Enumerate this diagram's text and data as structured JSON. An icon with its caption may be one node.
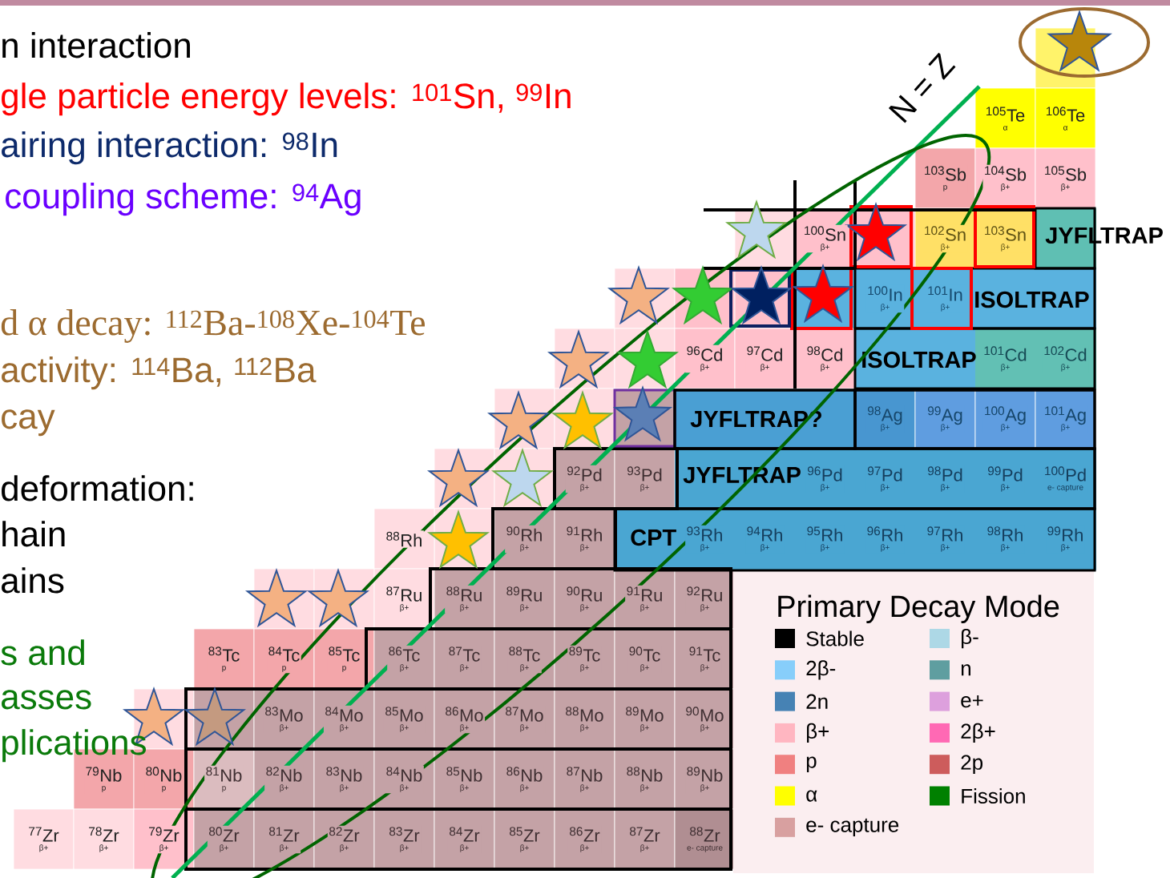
{
  "diagram": {
    "nodes": [
      {
        "text": [
          "JYFLTRAP"
        ]
      },
      {
        "text": [
          "ISOLTRAP"
        ]
      },
      {
        "text": [
          "ISOLTRAP"
        ]
      },
      {
        "text": [
          "JYFLTRAP?"
        ]
      },
      {
        "text": [
          "JYFLTRAP"
        ]
      },
      {
        "text": [
          "CPT"
        ]
      },
      {
        "text": [
          "$^{105}$Te",
          "α"
        ]
      },
      {
        "text": [
          "$^{106}$Te",
          "α"
        ]
      },
      {
        "text": [
          "$^{103}$Sb",
          "p"
        ]
      },
      {
        "text": [
          "$^{104}$Sb",
          "β+"
        ]
      },
      {
        "text": [
          "$^{105}$Sb",
          "β+"
        ]
      },
      {
        "text": [
          "$^{100}$Sn",
          "β+"
        ]
      },
      {
        "text": [
          "$^{102}$Sn",
          "β+"
        ]
      },
      {
        "text": [
          "$^{103}$Sn",
          "β+"
        ]
      },
      {
        "text": [
          "$^{100}$In",
          "β+"
        ],
        "in": 1
      },
      {
        "text": [
          "$^{101}$In",
          "β+"
        ],
        "in": 1
      },
      {
        "text": [
          "$^{96}$Cd",
          "β+"
        ]
      },
      {
        "text": [
          "$^{97}$Cd",
          "β+"
        ]
      },
      {
        "text": [
          "$^{98}$Cd",
          "β+"
        ]
      },
      {
        "text": [
          "$^{101}$Cd",
          "β+"
        ],
        "in": 2
      },
      {
        "text": [
          "$^{102}$Cd",
          "β+"
        ],
        "in": 2
      },
      {
        "text": [
          "$^{98}$Ag",
          "β+"
        ]
      },
      {
        "text": [
          "$^{99}$Ag",
          "β+"
        ]
      },
      {
        "text": [
          "$^{100}$Ag",
          "β+"
        ]
      },
      {
        "text": [
          "$^{101}$Ag",
          "β+"
        ]
      },
      {
        "text": [
          "$^{92}$Pd",
          "β+"
        ]
      },
      {
        "text": [
          "$^{93}$Pd",
          "β+"
        ]
      },
      {
        "text": [
          "$^{96}$Pd",
          "β+"
        ],
        "in": 4
      },
      {
        "text": [
          "$^{97}$Pd",
          "β+"
        ],
        "in": 4
      },
      {
        "text": [
          "$^{98}$Pd",
          "β+"
        ],
        "in": 4
      },
      {
        "text": [
          "$^{99}$Pd",
          "β+"
        ],
        "in": 4
      },
      {
        "text": [
          "$^{100}$Pd",
          "e- capture"
        ],
        "in": 4
      },
      {
        "text": [
          "$^{88}$Rh"
        ]
      },
      {
        "text": [
          "$^{90}$Rh",
          "β+"
        ]
      },
      {
        "text": [
          "$^{91}$Rh",
          "β+"
        ]
      },
      {
        "text": [
          "$^{93}$Rh",
          "β+"
        ],
        "in": 5
      },
      {
        "text": [
          "$^{94}$Rh",
          "β+"
        ],
        "in": 5
      },
      {
        "text": [
          "$^{95}$Rh",
          "β+"
        ],
        "in": 5
      },
      {
        "text": [
          "$^{96}$Rh",
          "β+"
        ],
        "in": 5
      },
      {
        "text": [
          "$^{97}$Rh",
          "β+"
        ],
        "in": 5
      },
      {
        "text": [
          "$^{98}$Rh",
          "β+"
        ],
        "in": 5
      },
      {
        "text": [
          "$^{99}$Rh",
          "β+"
        ],
        "in": 5
      },
      {
        "text": [
          "$^{87}$Ru",
          "β+"
        ]
      },
      {
        "text": [
          "$^{88}$Ru",
          "β+"
        ]
      },
      {
        "text": [
          "$^{89}$Ru",
          "β+"
        ]
      },
      {
        "text": [
          "$^{90}$Ru",
          "β+"
        ]
      },
      {
        "text": [
          "$^{91}$Ru",
          "β+"
        ]
      },
      {
        "text": [
          "$^{92}$Ru",
          "β+"
        ]
      },
      {
        "text": [
          "$^{83}$Tc",
          "p"
        ]
      },
      {
        "text": [
          "$^{84}$Tc",
          "p"
        ]
      },
      {
        "text": [
          "$^{85}$Tc",
          "p"
        ]
      },
      {
        "text": [
          "$^{86}$Tc",
          "β+"
        ]
      },
      {
        "text": [
          "$^{87}$Tc",
          "β+"
        ]
      },
      {
        "text": [
          "$^{88}$Tc",
          "β+"
        ]
      },
      {
        "text": [
          "$^{89}$Tc",
          "β+"
        ]
      },
      {
        "text": [
          "$^{90}$Tc",
          "β+"
        ]
      },
      {
        "text": [
          "$^{91}$Tc",
          "β+"
        ]
      },
      {
        "text": [
          "$^{83}$Mo",
          "β+"
        ]
      },
      {
        "text": [
          "$^{84}$Mo",
          "β+"
        ]
      },
      {
        "text": [
          "$^{85}$Mo",
          "β+"
        ]
      },
      {
        "text": [
          "$^{86}$Mo",
          "β+"
        ]
      },
      {
        "text": [
          "$^{87}$Mo",
          "β+"
        ]
      },
      {
        "text": [
          "$^{88}$Mo",
          "β+"
        ]
      },
      {
        "text": [
          "$^{89}$Mo",
          "β+"
        ]
      },
      {
        "text": [
          "$^{90}$Mo",
          "β+"
        ]
      },
      {
        "text": [
          "$^{79}$Nb",
          "p"
        ]
      },
      {
        "text": [
          "$^{80}$Nb",
          "p"
        ]
      },
      {
        "text": [
          "$^{81}$Nb",
          "p"
        ]
      },
      {
        "text": [
          "$^{82}$Nb",
          "β+"
        ]
      },
      {
        "text": [
          "$^{83}$Nb",
          "β+"
        ]
      },
      {
        "text": [
          "$^{84}$Nb",
          "β+"
        ]
      },
      {
        "text": [
          "$^{85}$Nb",
          "β+"
        ]
      },
      {
        "text": [
          "$^{86}$Nb",
          "β+"
        ]
      },
      {
        "text": [
          "$^{87}$Nb",
          "β+"
        ]
      },
      {
        "text": [
          "$^{88}$Nb",
          "β+"
        ]
      },
      {
        "text": [
          "$^{89}$Nb",
          "β+"
        ]
      },
      {
        "text": [
          "$^{77}$Zr",
          "β+"
        ]
      },
      {
        "text": [
          "$^{78}$Zr",
          "β+"
        ]
      },
      {
        "text": [
          "$^{79}$Zr",
          "β+"
        ]
      },
      {
        "text": [
          "$^{80}$Zr",
          "β+"
        ]
      },
      {
        "text": [
          "$^{81}$Zr",
          "β+"
        ]
      },
      {
        "text": [
          "$^{82}$Zr",
          "β+"
        ]
      },
      {
        "text": [
          "$^{83}$Zr",
          "β+"
        ]
      },
      {
        "text": [
          "$^{84}$Zr",
          "β+"
        ]
      },
      {
        "text": [
          "$^{85}$Zr",
          "β+"
        ]
      },
      {
        "text": [
          "$^{86}$Zr",
          "β+"
        ]
      },
      {
        "text": [
          "$^{87}$Zr",
          "β+"
        ]
      },
      {
        "text": [
          "$^{88}$Zr",
          "e- capture"
        ]
      },
      {
        "text": [],
        "shape": "star"
      },
      {
        "text": [],
        "shape": "star"
      },
      {
        "text": [],
        "shape": "star"
      },
      {
        "text": [],
        "shape": "star"
      },
      {
        "text": [],
        "shape": "star"
      },
      {
        "text": [],
        "shape": "star"
      },
      {
        "text": [],
        "shape": "star"
      },
      {
        "text": [],
        "shape": "star"
      },
      {
        "text": [],
        "shape": "star"
      },
      {
        "text": [],
        "shape": "star"
      },
      {
        "text": [],
        "shape": "star"
      },
      {
        "text": [],
        "shape": "star"
      },
      {
        "text": [],
        "shape": "star"
      },
      {
        "text": [],
        "shape": "star"
      },
      {
        "text": [],
        "shape": "star"
      },
      {
        "text": [],
        "shape": "star"
      },
      {
        "text": [],
        "shape": "star"
      },
      {
        "text": [],
        "shape": "star"
      },
      {
        "text": [],
        "shape": "star"
      }
    ],
    "labels": [
      "n interaction",
      "gle particle energy levels: $^{101}$Sn, $^{99}$In",
      "airing interaction: $^{98}$In",
      "coupling scheme: $^{94}$Ag",
      "d α decay: $^{112}$Ba-$^{108}$Xe-$^{104}$Te",
      "activity: $^{114}$Ba, $^{112}$Ba",
      "cay",
      "deformation:",
      "hain",
      "ains",
      "s and",
      "asses",
      "plications",
      "Primary Decay Mode",
      "N = Z"
    ],
    "legend": [
      {
        "text": "Stable",
        "color": "#000000"
      },
      {
        "text": "β-",
        "color": "#add8e6"
      },
      {
        "text": "2β-",
        "color": "#87cefa"
      },
      {
        "text": "n",
        "color": "#5f9ea0"
      },
      {
        "text": "2n",
        "color": "#4682b4"
      },
      {
        "text": "e+",
        "color": "#dda0dd"
      },
      {
        "text": "β+",
        "color": "#ffb6c1"
      },
      {
        "text": "2β+",
        "color": "#ff69b4"
      },
      {
        "text": "p",
        "color": "#f08080"
      },
      {
        "text": "2p",
        "color": "#cd5c5c"
      },
      {
        "text": "α",
        "color": "#ffff00"
      },
      {
        "text": "Fission",
        "color": "#008000"
      },
      {
        "text": "e- capture",
        "color": "#d8a0a0"
      }
    ]
  }
}
